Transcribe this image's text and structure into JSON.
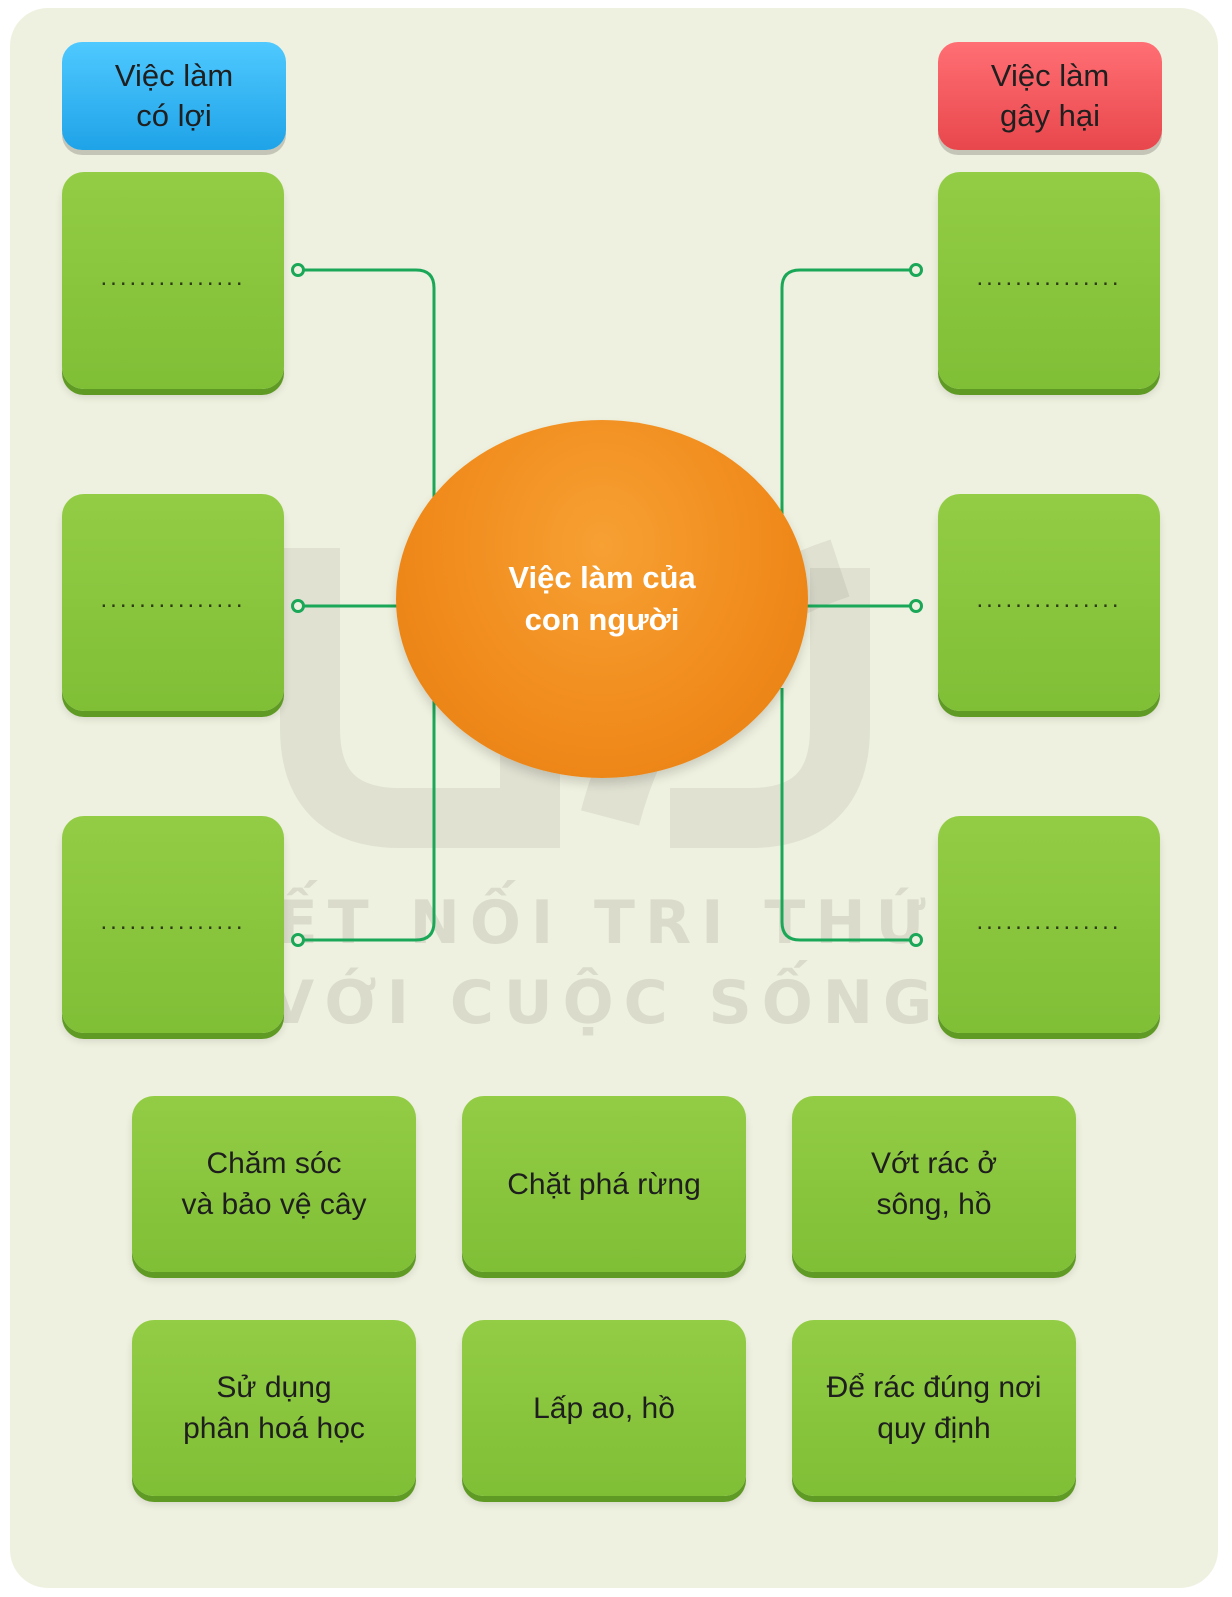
{
  "headers": {
    "good": "Việc làm\ncó lợi",
    "bad": "Việc làm\ngây hại"
  },
  "center": "Việc làm của\ncon người",
  "placeholder": "...............",
  "answer_slots": {
    "good": [
      "...............",
      "...............",
      "..............."
    ],
    "bad": [
      "...............",
      "...............",
      "..............."
    ]
  },
  "cards": [
    "Chăm sóc\nvà bảo vệ cây",
    "Chặt phá rừng",
    "Vớt rác ở\nsông, hồ",
    "Sử dụng\nphân hoá học",
    "Lấp ao, hồ",
    "Để rác đúng nơi\nquy định"
  ],
  "watermark": {
    "line1": "KẾT NỐI TRI THỨC",
    "line2": "VỚI CUỘC SỐNG"
  },
  "colors": {
    "background": "#eff1e0",
    "good_header": "#29b3f0",
    "bad_header": "#ee5357",
    "box_green": "#86c43b",
    "center_orange": "#f08a1b",
    "connector": "#1aa858"
  }
}
